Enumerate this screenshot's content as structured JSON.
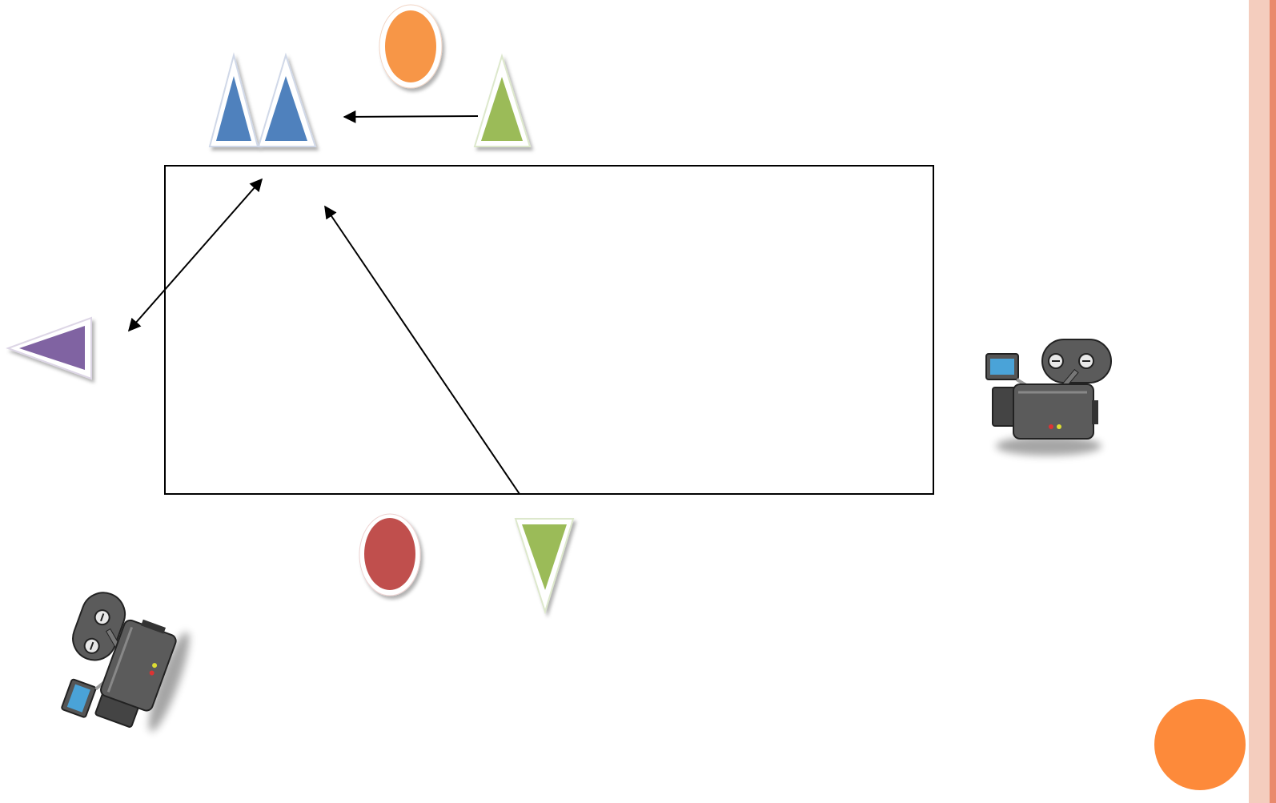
{
  "slide": {
    "background": "#ffffff",
    "edge_bar_light": "#f4cdbe",
    "edge_bar_dark": "#e98a6c",
    "corner_dot_color": "#fd8a3a"
  },
  "diagram": {
    "field_stroke": "#000000",
    "arrow_color": "#000000",
    "colors": {
      "blue": "#4f81bd",
      "green": "#9bbb59",
      "purple": "#8064a2",
      "orange": "#f79646",
      "red": "#c0504d",
      "camera_body": "#5b5b5b",
      "camera_screen": "#4aa3d8"
    },
    "players": [
      {
        "id": "blue-1",
        "shape": "triangle-up",
        "color": "blue"
      },
      {
        "id": "blue-2",
        "shape": "triangle-up",
        "color": "blue"
      },
      {
        "id": "green-top",
        "shape": "triangle-up",
        "color": "green"
      },
      {
        "id": "orange-top",
        "shape": "circle",
        "color": "orange"
      },
      {
        "id": "purple-left",
        "shape": "triangle-left",
        "color": "purple"
      },
      {
        "id": "red-bottom",
        "shape": "circle",
        "color": "red"
      },
      {
        "id": "green-bottom",
        "shape": "triangle-down",
        "color": "green"
      }
    ],
    "arrows": [
      {
        "id": "green-to-blue",
        "type": "single"
      },
      {
        "id": "blue-purple-double",
        "type": "double"
      },
      {
        "id": "bottom-to-top",
        "type": "single"
      }
    ],
    "cameras": [
      {
        "id": "camera-right",
        "icon": "video-camera-icon"
      },
      {
        "id": "camera-bottom-left",
        "icon": "video-camera-icon"
      }
    ]
  }
}
